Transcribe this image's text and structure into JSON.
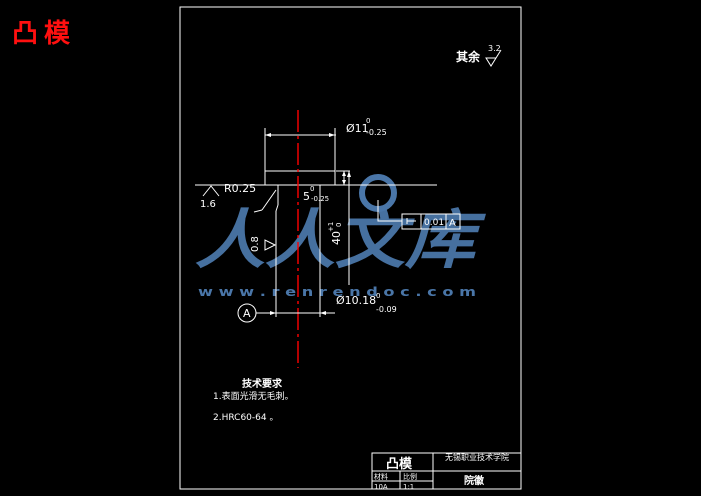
{
  "corner_title": "凸模",
  "roughness": {
    "label": "其余",
    "value": "3.2",
    "surface": "1.6"
  },
  "dimensions": {
    "top_dia": "Ø11",
    "top_dia_upper": "0",
    "top_dia_lower": "-0.25",
    "radius": "R0.25",
    "step_len": "5",
    "step_upper": "0",
    "step_lower": "-0.25",
    "length": "40",
    "length_upper": "+1",
    "length_lower": "0",
    "shank_dia": "Ø10.18",
    "shank_upper": "0",
    "shank_lower": "-0.09",
    "side": "0.8"
  },
  "datum": "A",
  "tolerance": {
    "value": "0.01",
    "datum": "A"
  },
  "notes": {
    "heading": "技术要求",
    "item1": "1.表面光滑无毛刺。",
    "item2": "2.HRC60-64 。"
  },
  "watermark": {
    "text": "人人文库",
    "url": "w w w . r e n r e n d o c . c o m"
  },
  "title_block": {
    "part_name": "凸模",
    "school": "无锡职业技术学院",
    "material_label": "材料",
    "scale_label": "比例",
    "material": "10A",
    "scale": "1:1",
    "note": "院徽"
  },
  "colors": {
    "border": "#ffffff",
    "centerline": "#ff0000",
    "title": "#ff1010",
    "watermark": "#4a76a8"
  }
}
